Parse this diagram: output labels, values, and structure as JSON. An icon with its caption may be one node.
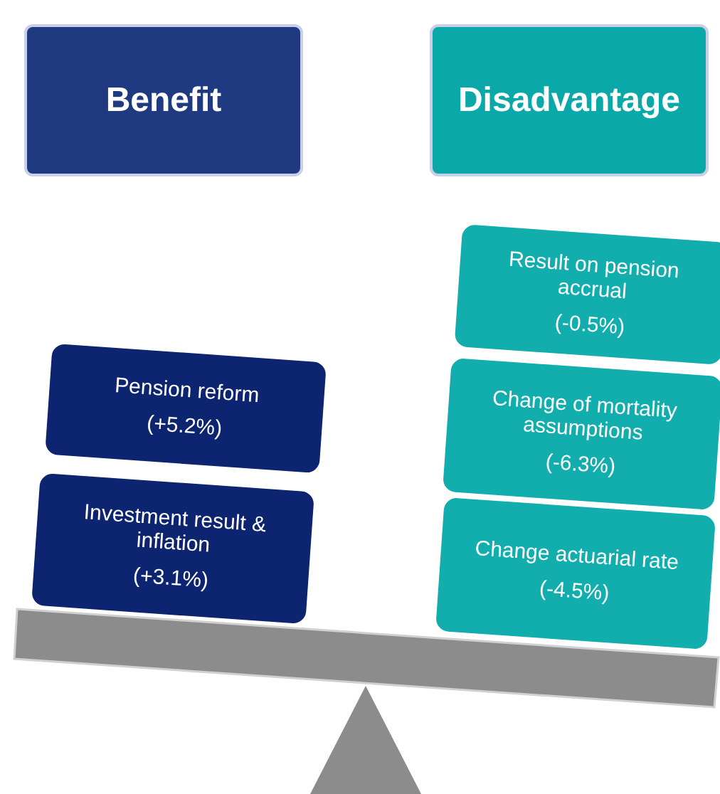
{
  "diagram": {
    "nodes": [
      {
        "text": [
          "Benefit"
        ]
      },
      {
        "text": [
          "Disadvantage"
        ]
      },
      {
        "text": [
          "Pension reform",
          "(+5.2%)"
        ]
      },
      {
        "text": [
          "Investment result & inflation",
          "(+3.1%)"
        ]
      },
      {
        "text": [
          "Result on pension accrual",
          "(-0.5%)"
        ]
      },
      {
        "text": [
          "Change of mortality assumptions",
          "(-6.3%)"
        ]
      },
      {
        "text": [
          "Change actuarial rate",
          "(-4.5%)"
        ]
      }
    ]
  }
}
